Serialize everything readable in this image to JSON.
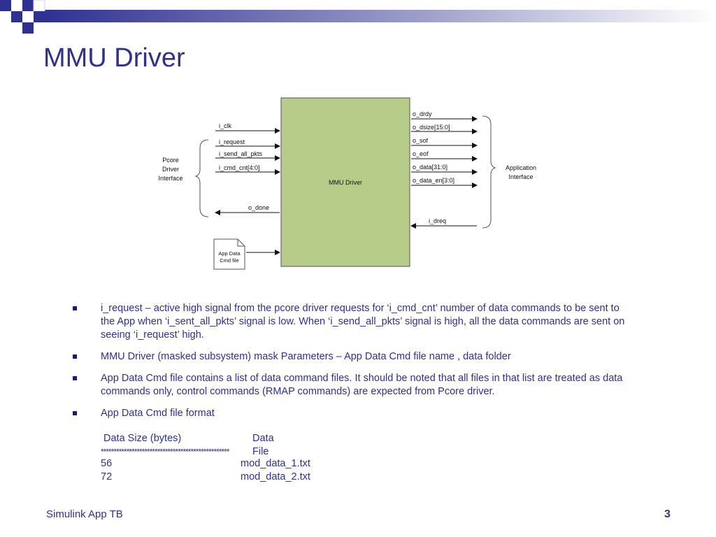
{
  "slide": {
    "title": "MMU Driver",
    "footer_left": "Simulink App TB",
    "page_number": "3"
  },
  "diagram": {
    "block_label": "MMU Driver",
    "left_group_label": [
      "Pcore",
      "Driver",
      "Interface"
    ],
    "right_group_label": [
      "Application",
      "Interface"
    ],
    "inputs": [
      "i_clk",
      "i_request",
      "i_send_all_pkts",
      "i_cmd_cnt[4:0]"
    ],
    "left_output": "o_done",
    "right_outputs": [
      "o_drdy",
      "o_dsize[15:0]",
      "o_sof",
      "o_eof",
      "o_data[31:0]",
      "o_data_en[3:0]"
    ],
    "right_input": "i_dreq",
    "file_label": [
      "App Data",
      "Cmd file"
    ],
    "colors": {
      "block_fill": "#B8CC8A",
      "block_stroke": "#555555"
    }
  },
  "bullets": [
    "i_request – active high signal from the pcore driver requests for ‘i_cmd_cnt’ number of data commands to be sent  to the App when ‘i_sent_all_pkts’ signal is low. When ‘i_send_all_pkts’ signal is high, all the data commands are sent on seeing ‘i_request’ high.",
    "MMU Driver (masked subsystem) mask Parameters – App Data Cmd file name , data folder",
    "App Data Cmd file contains a list of data command files. It should be noted that all files in that list are treated as data commands only, control commands (RMAP commands) are expected from Pcore driver.",
    "App Data Cmd file format"
  ],
  "format_table": {
    "headers": [
      "Data Size (bytes)",
      "Data File"
    ],
    "separator": "**************************************************",
    "rows": [
      [
        "56",
        "mod_data_1.txt"
      ],
      [
        "72",
        "mod_data_2.txt"
      ]
    ]
  },
  "theme": {
    "title_color": "#2E3192",
    "bar_dark": "#2E3192"
  }
}
